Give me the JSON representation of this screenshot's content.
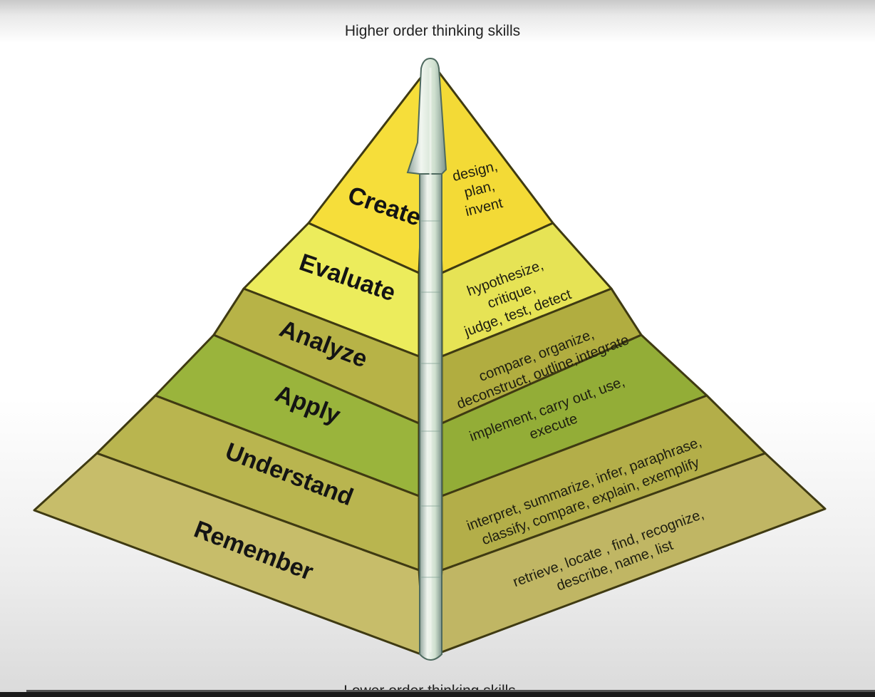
{
  "top_caption": "Higher order thinking skills",
  "bottom_caption": "Lower order thinking skills",
  "levels": [
    {
      "name": "Create",
      "verbs": [
        "design,",
        "plan,",
        "invent"
      ],
      "color_left": "#f6de3a",
      "color_right": "#f3da36"
    },
    {
      "name": "Evaluate",
      "verbs": [
        "hypothesize,",
        "critique,",
        "judge, test, detect"
      ],
      "color_left": "#ecec5c",
      "color_right": "#e6e355"
    },
    {
      "name": "Analyze",
      "verbs": [
        "compare, organize,",
        "deconstruct, outline,integrate"
      ],
      "color_left": "#b7b347",
      "color_right": "#b1ad40"
    },
    {
      "name": "Apply",
      "verbs": [
        "implement, carry out, use,",
        "execute"
      ],
      "color_left": "#9ab43c",
      "color_right": "#93ad37"
    },
    {
      "name": "Understand",
      "verbs": [
        "interpret, summarize, infer, paraphrase,",
        "classify, compare, explain, exemplify"
      ],
      "color_left": "#b9b54f",
      "color_right": "#b3ae49"
    },
    {
      "name": "Remember",
      "verbs": [
        "retrieve, locate , find, recognize,",
        "describe, name, list"
      ],
      "color_left": "#c7bd6a",
      "color_right": "#c0b664"
    }
  ],
  "outline_color": "#3f3a12",
  "arrow_color": "#c9d9b8",
  "player": {
    "progress_fraction": 0.03
  }
}
